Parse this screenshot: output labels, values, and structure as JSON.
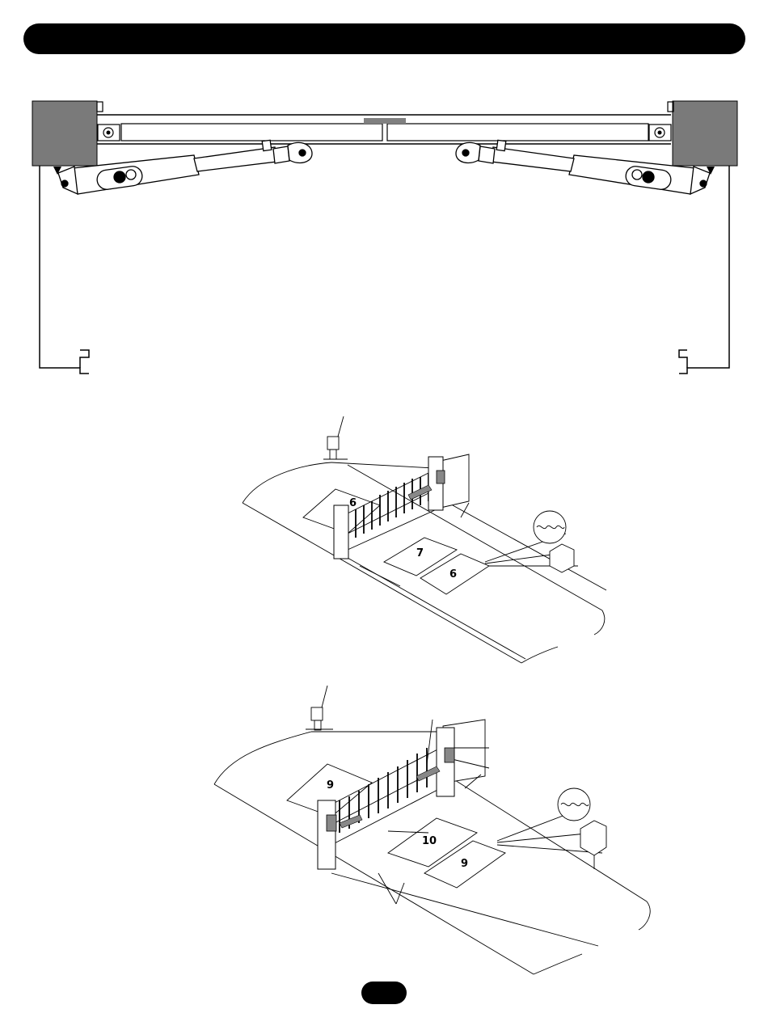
{
  "colors": {
    "header": "#000000",
    "pillar": "#7a7a7a",
    "line": "#000000"
  },
  "diagram_single": {
    "labels": {
      "pad_left": "6",
      "pad_center": "7",
      "pad_right": "6"
    }
  },
  "diagram_double": {
    "labels": {
      "pad_left": "9",
      "pad_center": "10",
      "pad_right": "9"
    }
  }
}
